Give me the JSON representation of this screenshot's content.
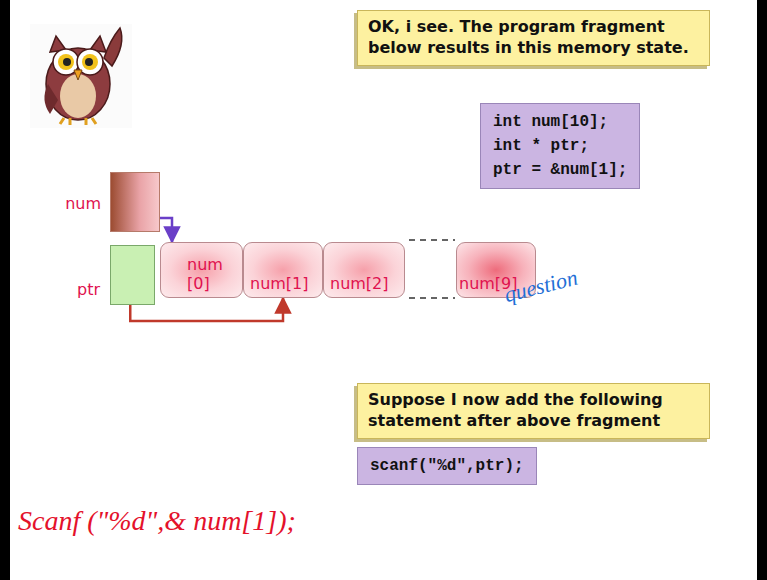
{
  "diagram": {
    "nodes": [
      {
        "text": [
          "OK, i see. The program fragment below results in this memory state."
        ]
      },
      {
        "text": [
          "int num[10];",
          "int * ptr;",
          "ptr = &num[1];"
        ]
      },
      {
        "text": [
          "num"
        ]
      },
      {
        "text": [
          "ptr"
        ]
      },
      {
        "text": [
          "num [0]"
        ]
      },
      {
        "text": [
          "num[1]"
        ]
      },
      {
        "text": [
          "num[2]"
        ]
      },
      {
        "text": [
          "num[9]"
        ]
      },
      {
        "text": [
          "Suppose I now add the following statement after above fragment"
        ]
      },
      {
        "text": [
          "scanf(\"%d\",ptr);"
        ]
      }
    ],
    "edges": [
      {
        "from": 2,
        "to": 4,
        "arrow": "to"
      },
      {
        "from": 3,
        "to": 5,
        "arrow": "to"
      }
    ],
    "labels": [
      "question",
      "Scanf (\"%d\",& num[1]);"
    ]
  }
}
